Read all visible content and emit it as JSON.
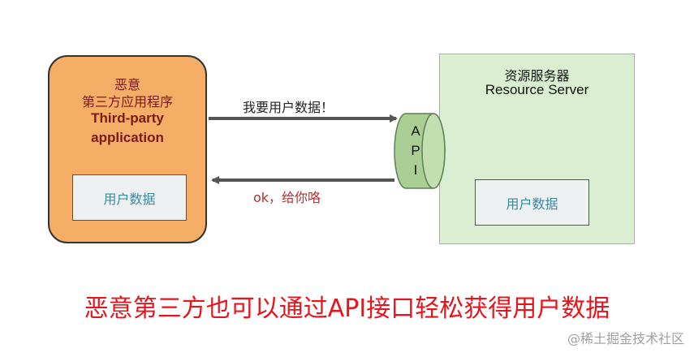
{
  "third_party": {
    "line1": "恶意",
    "line2": "第三方应用程序",
    "line3": "Third-party",
    "line4": "application",
    "data_label": "用户数据"
  },
  "resource_server": {
    "title_cn": "资源服务器",
    "title_en": "Resource Server",
    "data_label": "用户数据"
  },
  "api": {
    "letters": [
      "A",
      "P",
      "I"
    ]
  },
  "arrows": {
    "request_label": "我要用户数据！",
    "response_label": "ok，给你咯"
  },
  "caption": "恶意第三方也可以通过API接口轻松获得用户数据",
  "watermark": "@稀土掘金技术社区",
  "colors": {
    "third_party_fill": "#f6ad65",
    "resource_server_fill": "#daefd2",
    "api_fill": "#a9cf94",
    "caption": "#e8141c",
    "response_label": "#b03030"
  }
}
